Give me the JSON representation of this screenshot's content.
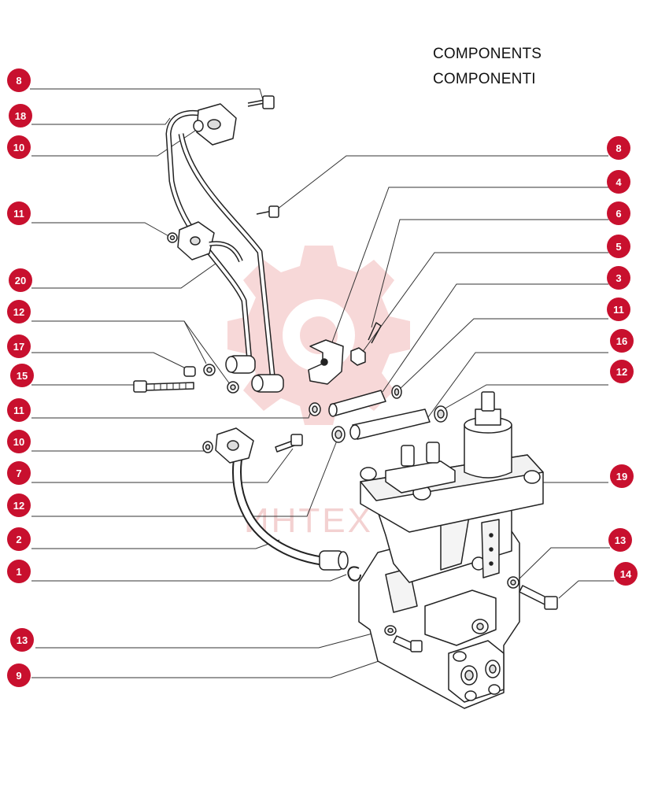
{
  "title": {
    "line1": "COMPONENTS",
    "line2": "COMPONENTI"
  },
  "watermark": {
    "text": "ИНТЕХ",
    "color": "#f2c9c9"
  },
  "callout_color": "#c8102e",
  "callouts": [
    {
      "id": "c-8-left",
      "number": "8"
    },
    {
      "id": "c-18",
      "number": "18"
    },
    {
      "id": "c-10-top",
      "number": "10"
    },
    {
      "id": "c-11-left-top",
      "number": "11"
    },
    {
      "id": "c-20",
      "number": "20"
    },
    {
      "id": "c-12-left-top",
      "number": "12"
    },
    {
      "id": "c-17",
      "number": "17"
    },
    {
      "id": "c-15",
      "number": "15"
    },
    {
      "id": "c-11-left-mid",
      "number": "11"
    },
    {
      "id": "c-10-mid",
      "number": "10"
    },
    {
      "id": "c-7",
      "number": "7"
    },
    {
      "id": "c-12-left-bottom",
      "number": "12"
    },
    {
      "id": "c-2",
      "number": "2"
    },
    {
      "id": "c-1",
      "number": "1"
    },
    {
      "id": "c-13-left",
      "number": "13"
    },
    {
      "id": "c-9",
      "number": "9"
    },
    {
      "id": "c-8-right",
      "number": "8"
    },
    {
      "id": "c-4",
      "number": "4"
    },
    {
      "id": "c-6",
      "number": "6"
    },
    {
      "id": "c-5",
      "number": "5"
    },
    {
      "id": "c-3",
      "number": "3"
    },
    {
      "id": "c-11-right",
      "number": "11"
    },
    {
      "id": "c-16",
      "number": "16"
    },
    {
      "id": "c-12-right",
      "number": "12"
    },
    {
      "id": "c-19",
      "number": "19"
    },
    {
      "id": "c-13-right",
      "number": "13"
    },
    {
      "id": "c-14",
      "number": "14"
    }
  ]
}
